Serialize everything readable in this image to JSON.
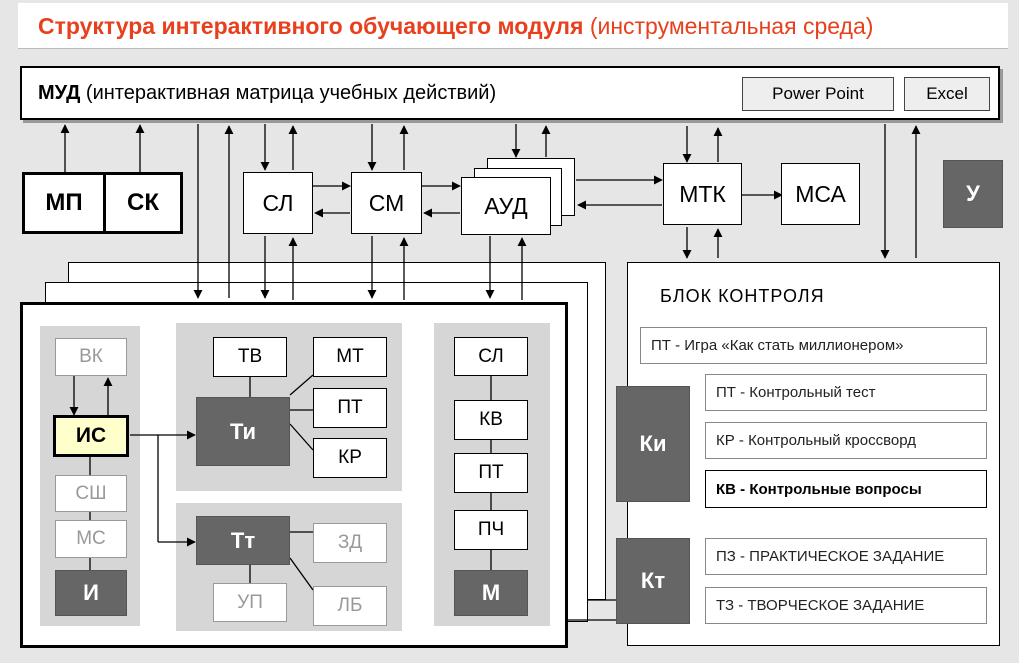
{
  "title": {
    "main": "Структура интерактивного обучающего модуля",
    "sub": "(инструментальная среда)"
  },
  "mud": {
    "abbr": "МУД",
    "desc": "(интерактивная матрица учебных действий)",
    "buttons": [
      "Power Point",
      "Excel"
    ]
  },
  "top_row": {
    "mp": "МП",
    "sk": "СК",
    "sl": "СЛ",
    "sm": "СМ",
    "aud": "АУД",
    "mtk": "МТК",
    "msa": "МСА",
    "u": "У"
  },
  "left_col": {
    "vk": "ВК",
    "is": "ИС",
    "ssh": "СШ",
    "ms": "МС",
    "i": "И"
  },
  "ti_panel": {
    "tv": "ТВ",
    "ti": "Ти",
    "mt": "МТ",
    "pt": "ПТ",
    "kr": "КР"
  },
  "tt_panel": {
    "tt": "Тт",
    "zd": "ЗД",
    "up": "УП",
    "lb": "ЛБ"
  },
  "m_col": {
    "sl": "СЛ",
    "kv": "КВ",
    "pt": "ПТ",
    "pch": "ПЧ",
    "m": "М"
  },
  "control": {
    "title": "БЛОК  КОНТРОЛЯ",
    "ki": "Ки",
    "kt": "Кт",
    "rows": [
      "ПТ - Игра «Как стать миллионером»",
      "ПТ - Контрольный тест",
      "КР - Контрольный кроссворд",
      "КВ - Контрольные вопросы",
      "ПЗ - ПРАКТИЧЕСКОЕ ЗАДАНИЕ",
      "ТЗ - ТВОРЧЕСКОЕ ЗАДАНИЕ"
    ]
  },
  "colors": {
    "title_red": "#e8401c",
    "dark_box": "#666666",
    "is_fill": "#ffffcc",
    "panel_gray": "#d6d6d6"
  }
}
